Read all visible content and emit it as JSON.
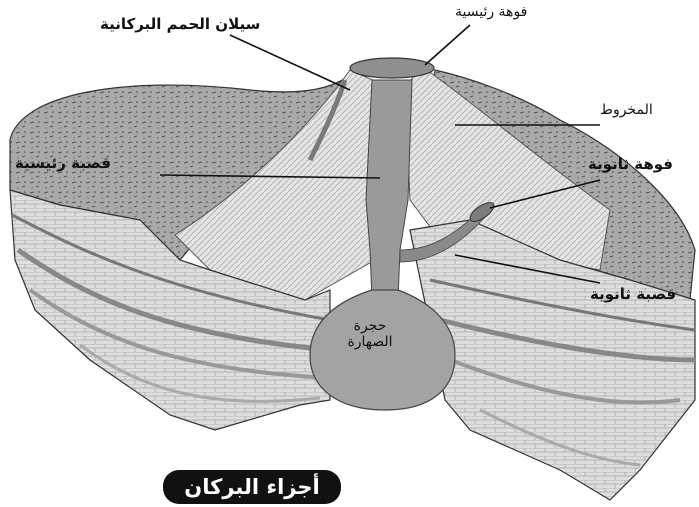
{
  "labels": {
    "lava_flow": "سيلان الحمم البركانية",
    "main_crater": "فوهة رئيسية",
    "cone": "المخروط",
    "main_vent": "قصبة رئيسية",
    "secondary_crater": "فوهة ثانوية",
    "secondary_vent": "قصبة ثانوية",
    "magma_chamber_line1": "حجرة",
    "magma_chamber_line2": "الصهارة"
  },
  "title": "أجزاء البركان"
}
